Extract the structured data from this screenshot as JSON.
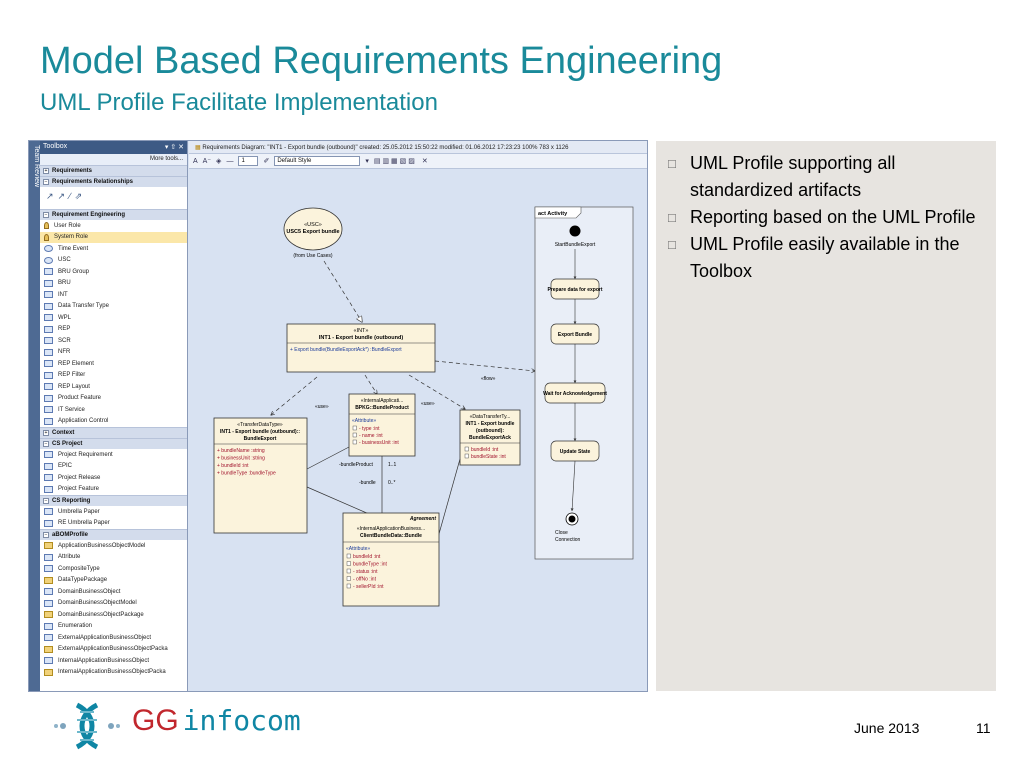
{
  "slide": {
    "title": "Model Based Requirements Engineering",
    "subtitle": "UML Profile Facilitate Implementation",
    "date": "June 2013",
    "page_number": "11",
    "brand_part1": "GG",
    "brand_part2": "infocom"
  },
  "bullets": [
    "UML Profile supporting all standardized artifacts",
    "Reporting based on the UML Profile",
    "UML Profile easily available in the Toolbox"
  ],
  "screenshot": {
    "team_review_label": "Team Review",
    "toolbox": {
      "title": "Toolbox",
      "controls": "▾ ⇧ ✕",
      "more_tools": "More tools...",
      "sections": [
        {
          "label": "Requirements",
          "expanded": false,
          "items": []
        },
        {
          "label": "Requirements Relationships",
          "expanded": true,
          "items": []
        },
        {
          "label": "Requirement Engineering",
          "expanded": true,
          "items": [
            "User Role",
            "System Role",
            "Time Event",
            "USC",
            "BRU Group",
            "BRU",
            "INT",
            "Data Transfer Type",
            "WPL",
            "REP",
            "SCR",
            "NFR",
            "REP Element",
            "REP Filter",
            "REP Layout",
            "Product Feature",
            "IT Service",
            "Application Control"
          ]
        },
        {
          "label": "Context",
          "expanded": false,
          "items": []
        },
        {
          "label": "CS Project",
          "expanded": true,
          "items": [
            "Project Requirement",
            "EPIC",
            "Project Release",
            "Project Feature"
          ]
        },
        {
          "label": "CS Reporting",
          "expanded": true,
          "items": [
            "Umbrella Paper",
            "RE Umbrella Paper"
          ]
        },
        {
          "label": "aBOMProfile",
          "expanded": true,
          "items": [
            "ApplicationBusinessObjectModel",
            "Attribute",
            "CompositeType",
            "DataTypePackage",
            "DomainBusinessObject",
            "DomainBusinessObjectModel",
            "DomainBusinessObjectPackage",
            "Enumeration",
            "ExternalApplicationBusinessObject",
            "ExternalApplicationBusinessObjectPacka",
            "InternalApplicationBusinessObject",
            "InternalApplicationBusinessObjectPacka"
          ]
        }
      ],
      "selected_item": "System Role"
    },
    "diagram": {
      "window_title": "Requirements Diagram: \"INT1 - Export bundle (outbound)\"   created: 25.05.2012 15:50:22  modified: 01.06.2012 17:23:23   100%   783 x 1126",
      "toolbar": {
        "zoom_value": "1",
        "style_value": "Default Style"
      },
      "usc": {
        "stereotype": "«USC»",
        "name": "USC5 Export bundle",
        "note": "(from Use Cases)"
      },
      "int_box": {
        "stereotype": "«INT»",
        "name": "INT1 - Export bundle (outbound)",
        "operation": "+    Export bundle(BundleExportAck*) :BundleExport"
      },
      "transfer_type": {
        "stereotype": "«TransferDataType»",
        "name_line1": "INT1 - Export bundle (outbound)::",
        "name_line2": "BundleExport",
        "attrs": [
          "+   bundleName  :string",
          "+   businessUnit  :string",
          "+   bundleId  :int",
          "+   bundleType  :bundleType"
        ]
      },
      "bpkg": {
        "stereotype": "«InternalApplicati...",
        "name": "BPKG::BundleProduct",
        "section": "«Attribute»",
        "attrs": [
          "-    type  :int",
          "-    name  :int",
          "-    businessUnit  :int"
        ]
      },
      "data_transfer": {
        "stereotype": "«DataTransferTy...",
        "name_line1": "INT1 - Export bundle",
        "name_line2": "(outbound):",
        "name_line3": "BundleExportAck",
        "attrs": [
          "bundleId  :int",
          "bundleState  :int"
        ]
      },
      "client_bundle": {
        "tag": "Agreement",
        "stereotype": "«InternalApplicationBusiness...",
        "name": "ClientBundleData::Bundle",
        "section": "«Attribute»",
        "attrs": [
          "bundleId  :int",
          "bundleType  :int",
          "-   status  :int",
          "-   offNo  :int",
          "-   sellerPId  :int"
        ]
      },
      "labels": {
        "flow": "«flow»",
        "use1": "«use»",
        "use2": "«use»",
        "bundle_product": "-bundleProduct",
        "mult1": "1..1",
        "bundle": "-bundle",
        "mult2": "0..*"
      },
      "activity": {
        "frame_label": "act Activity",
        "start": "StartBundleExport",
        "actions": [
          "Prepare data for export",
          "Export Bundle",
          "Wait for Acknowledgement",
          "Update State"
        ],
        "end_line1": "Close",
        "end_line2": "Connection"
      }
    }
  },
  "colors": {
    "title": "#1a8a9a",
    "brand_red": "#c1272d",
    "brand_teal": "#0f86a4",
    "panel_bg": "#e7e4e0"
  }
}
